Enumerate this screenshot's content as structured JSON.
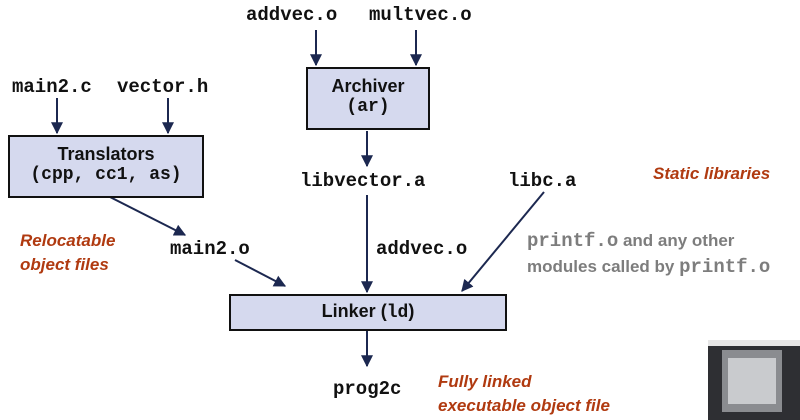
{
  "inputs": {
    "addvec_o": "addvec.o",
    "multvec_o": "multvec.o",
    "main2_c": "main2.c",
    "vector_h": "vector.h"
  },
  "archiver": {
    "title": "Archiver",
    "cmd": "(ar)"
  },
  "translators": {
    "title": "Translators",
    "cmd": "(cpp, cc1, as)"
  },
  "linker": {
    "title": "Linker",
    "cmd": "ld"
  },
  "files": {
    "libvector_a": "libvector.a",
    "libc_a": "libc.a",
    "main2_o": "main2.o",
    "addvec_o_linked": "addvec.o",
    "prog2c": "prog2c"
  },
  "notes": {
    "static_libraries": "Static libraries",
    "relocatable_line1": "Relocatable",
    "relocatable_line2": "object files",
    "fully_linked_line1": "Fully linked",
    "fully_linked_line2": "executable object file"
  },
  "printf_note": {
    "code1": "printf.o",
    "text1": " and any other",
    "text2": "modules called by ",
    "code2": "printf.o"
  },
  "colors": {
    "box_fill": "#d5d9ee",
    "arrow": "#1c2850",
    "note_red": "#b03a10",
    "note_gray": "#7d7d7d"
  }
}
